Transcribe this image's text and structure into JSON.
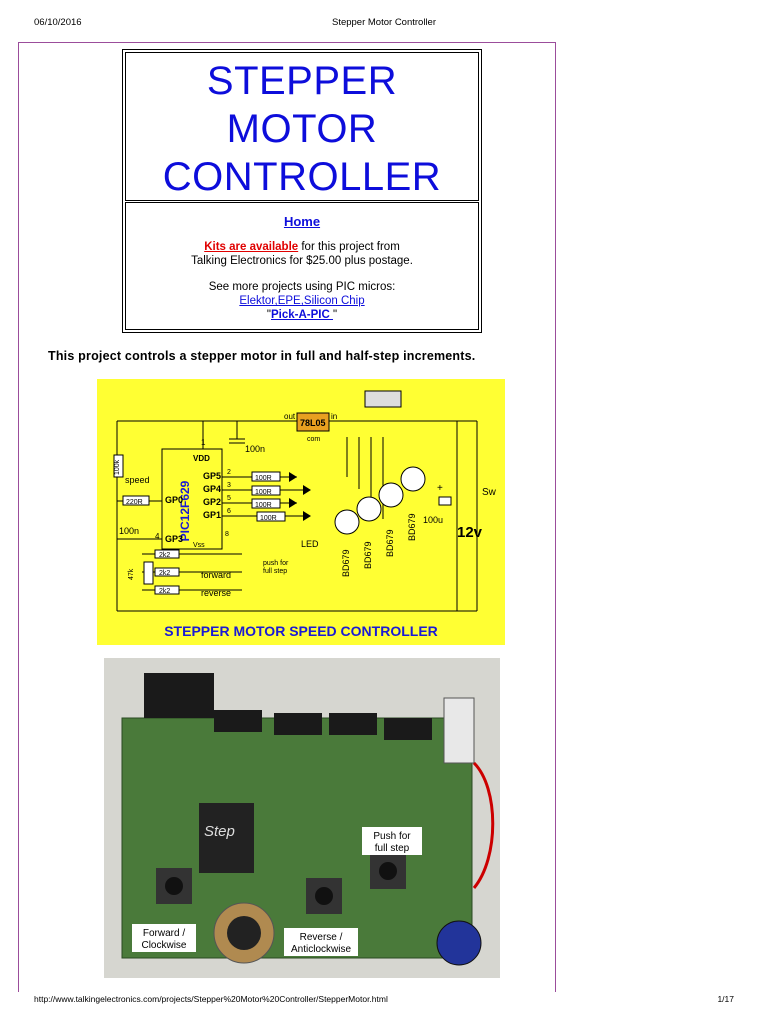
{
  "print_header": {
    "date": "06/10/2016",
    "title": "Stepper Motor Controller"
  },
  "title_lines": [
    "STEPPER",
    "MOTOR",
    "CONTROLLER"
  ],
  "info": {
    "home": "Home",
    "kits_link": "Kits are available",
    "kits_text": " for this project from",
    "kits_line2": "Talking Electronics for $25.00 plus postage.",
    "more": "See more projects using PIC micros:",
    "links": "Elektor,EPE,Silicon Chip",
    "pick_quote_open": "\"",
    "pick": "Pick-A-PIC ",
    "pick_quote_close": "\""
  },
  "description": "This project controls a stepper motor in full and half-step increments.",
  "schematic": {
    "caption": "STEPPER MOTOR SPEED CONTROLLER",
    "chip": "PIC12F629",
    "regulator": "78L05",
    "reg_out": "out",
    "reg_in": "in",
    "reg_com": "com",
    "vdd": "VDD",
    "vss": "Vss",
    "pin1": "1",
    "pin2": "2",
    "pin3": "3",
    "pin4": "4",
    "pin5": "5",
    "pin6": "6",
    "pin8": "8",
    "gp5": "GP5",
    "gp4": "GP4",
    "gp2": "GP2",
    "gp1": "GP1",
    "gp0": "GP0",
    "gp3": "GP3",
    "pot": "100k",
    "speed": "speed",
    "r220": "220R",
    "r100": "100R",
    "c100n_top": "100n",
    "c100n_left": "100n",
    "r47k": "47k",
    "r2k2": "2k2",
    "forward": "forward",
    "reverse": "reverse",
    "push1": "push for",
    "push2": "full step",
    "led": "LED",
    "transistor": "BD679",
    "c100u": "100u",
    "sw": "Sw",
    "voltage": "12v",
    "plus": "+"
  },
  "photo": {
    "label_push": "Push for\nfull step",
    "label_forward": "Forward /\nClockwise",
    "label_reverse": "Reverse /\nAnticlockwise",
    "chip_marking": "Step"
  },
  "print_footer": {
    "url": "http://www.talkingelectronics.com/projects/Stepper%20Motor%20Controller/StepperMotor.html",
    "page": "1/17"
  }
}
